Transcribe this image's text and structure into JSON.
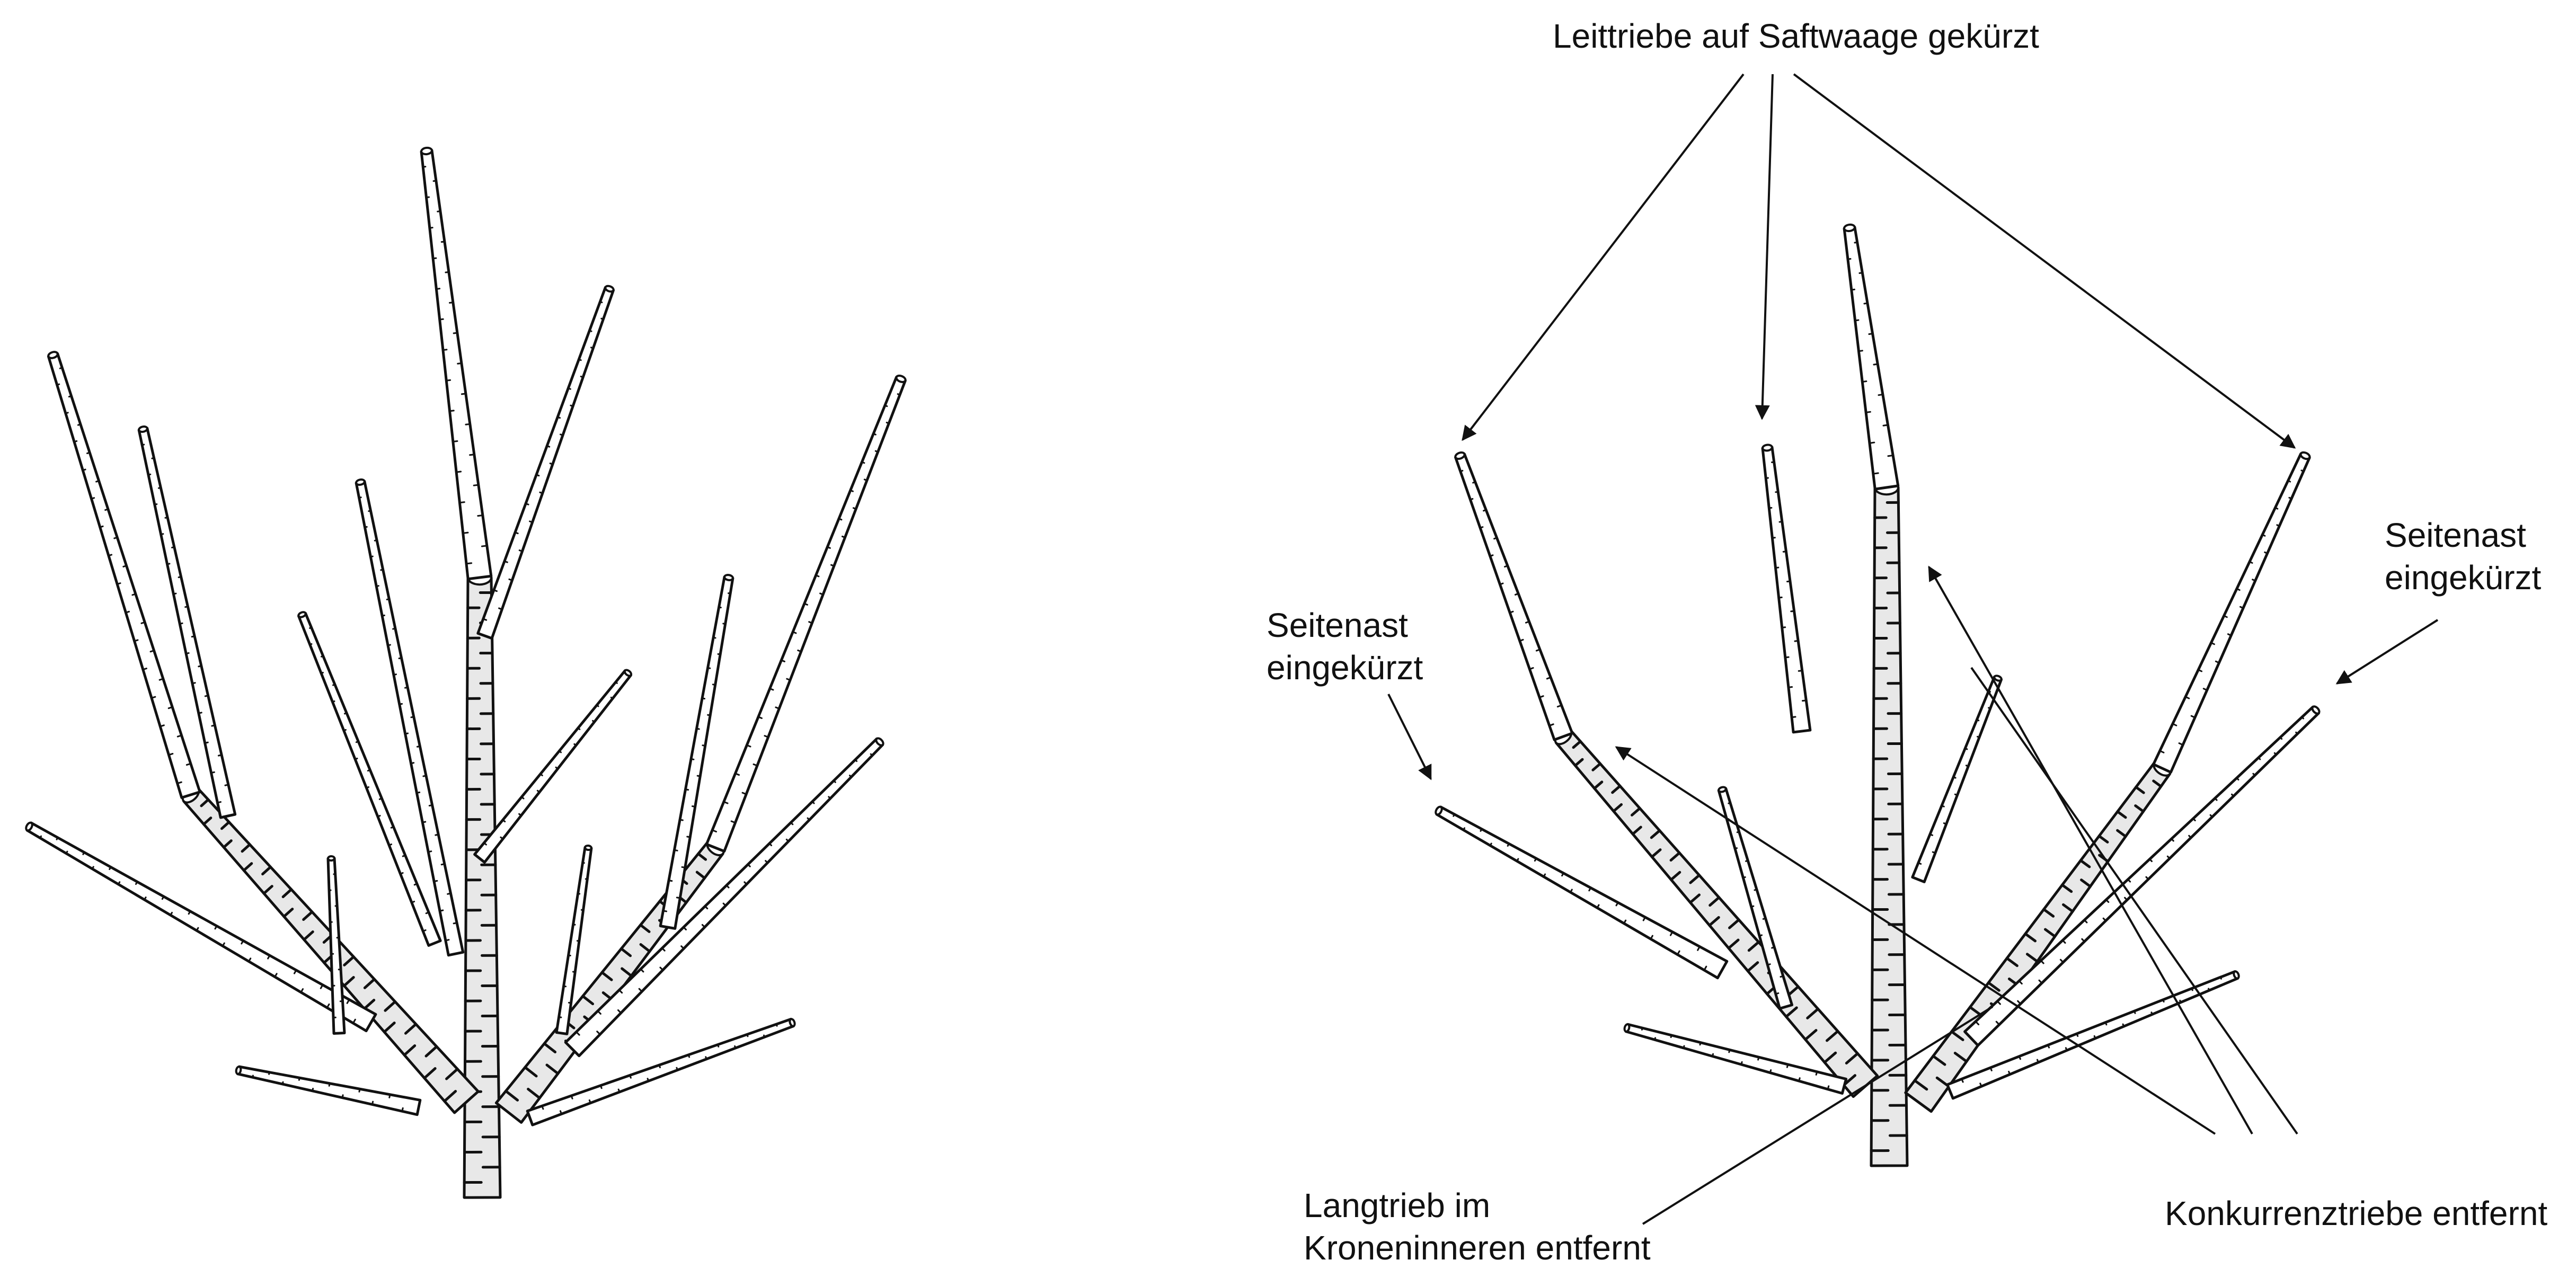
{
  "colors": {
    "ink": "#111111",
    "background": "#ffffff",
    "bark_dark": "#1a1a1a"
  },
  "annotations": {
    "leader_shoots": "Leittriebe auf Saftwaage gekürzt",
    "side_branch_left": [
      "Seitenast",
      "eingekürzt"
    ],
    "side_branch_right": [
      "Seitenast",
      "eingekürzt"
    ],
    "long_shoot": [
      "Langtrieb im",
      "Kroneninneren entfernt"
    ],
    "competing_shoots": "Konkurrenztriebe entfernt"
  }
}
